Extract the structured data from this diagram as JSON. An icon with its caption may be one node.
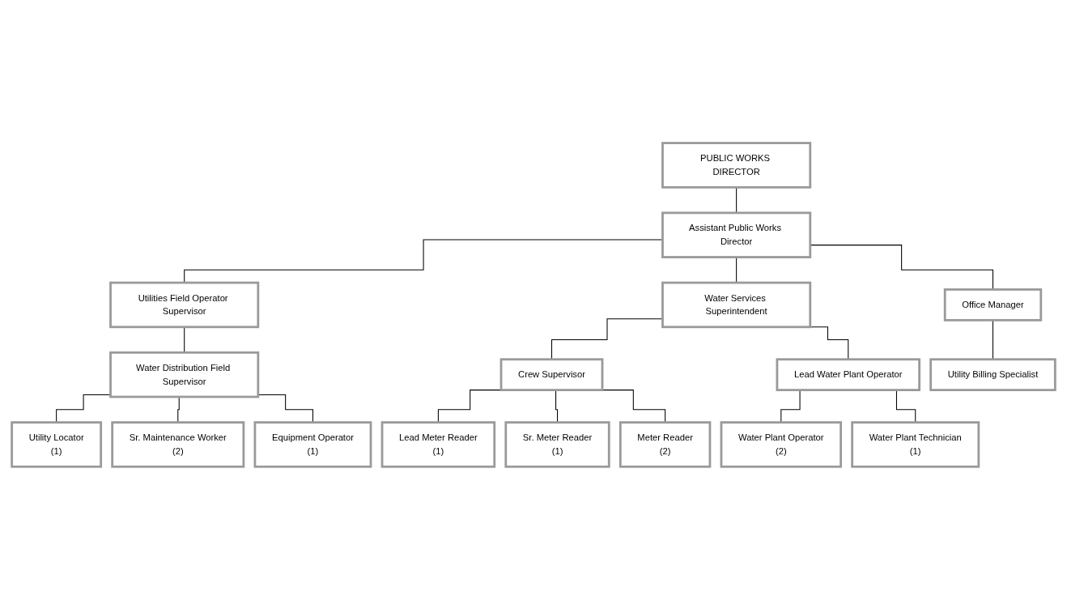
{
  "diagram": {
    "nodes": [
      {
        "text": [
          "PUBLIC WORKS DIRECTOR"
        ]
      },
      {
        "text": [
          "Assistant Public Works Director"
        ]
      },
      {
        "text": [
          "Utilities Field Operator Supervisor"
        ]
      },
      {
        "text": [
          "Water Services Superintendent"
        ]
      },
      {
        "text": [
          "Office Manager"
        ]
      },
      {
        "text": [
          "Water Distribution Field Supervisor"
        ]
      },
      {
        "text": [
          "Crew Supervisor"
        ]
      },
      {
        "text": [
          "Lead  Water Plant Operator"
        ]
      },
      {
        "text": [
          "Utility Billing Specialist"
        ]
      },
      {
        "text": [
          "Utility Locator",
          "(1)"
        ]
      },
      {
        "text": [
          "Lead Meter Reader",
          "(1)"
        ]
      },
      {
        "text": [
          "Water Plant Operator",
          "(2)"
        ]
      },
      {
        "text": [
          "Sr. Maintenance Worker",
          "(2)"
        ]
      },
      {
        "text": [
          "Sr. Meter Reader",
          "(1)"
        ]
      },
      {
        "text": [
          "Water Plant Technician",
          "(1)"
        ]
      },
      {
        "text": [
          "Equipment Operator",
          "(1)"
        ]
      },
      {
        "text": [
          "Meter Reader",
          "(2)"
        ]
      }
    ],
    "edges": [
      {
        "from": 0,
        "to": 1,
        "arrow": "none"
      },
      {
        "from": 1,
        "to": 2,
        "arrow": "none"
      },
      {
        "from": 1,
        "to": 3,
        "arrow": "none"
      },
      {
        "from": 1,
        "to": 4,
        "arrow": "none"
      },
      {
        "from": 2,
        "to": 5,
        "arrow": "none"
      },
      {
        "from": 3,
        "to": 6,
        "arrow": "none"
      },
      {
        "from": 3,
        "to": 7,
        "arrow": "none"
      },
      {
        "from": 4,
        "to": 8,
        "arrow": "none"
      },
      {
        "from": 5,
        "to": 9,
        "arrow": "none"
      },
      {
        "from": 5,
        "to": 12,
        "arrow": "none"
      },
      {
        "from": 5,
        "to": 15,
        "arrow": "none"
      },
      {
        "from": 6,
        "to": 10,
        "arrow": "none"
      },
      {
        "from": 6,
        "to": 13,
        "arrow": "none"
      },
      {
        "from": 6,
        "to": 16,
        "arrow": "none"
      },
      {
        "from": 7,
        "to": 11,
        "arrow": "none"
      },
      {
        "from": 7,
        "to": 14,
        "arrow": "none"
      }
    ]
  }
}
